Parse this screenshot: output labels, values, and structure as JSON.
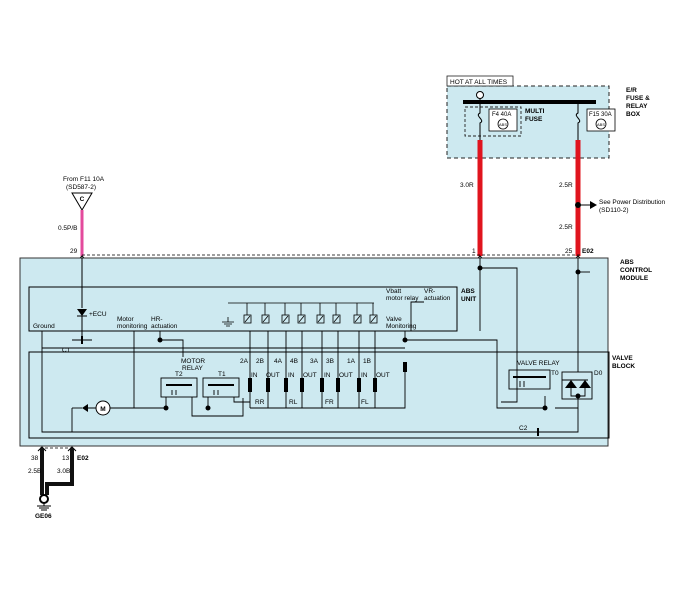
{
  "colors": {
    "module_fill": "#cde9f0",
    "wire_red": "#e0141e",
    "wire_pink": "#e34a9c",
    "wire_black": "#111111"
  },
  "fuse_box": {
    "hot_label": "HOT AT ALL TIMES",
    "title_line1": "E/R",
    "title_line2": "FUSE &",
    "title_line3": "RELAY",
    "title_line4": "BOX",
    "multi_line1": "MULTI",
    "multi_line2": "FUSE",
    "fuse_f4": "F4 40A",
    "fuse_f15": "F15 30A",
    "fuse_badge": "ABS"
  },
  "wires": {
    "left_color": "3.0R",
    "right_color_top": "2.5R",
    "right_color_bottom": "2.5R",
    "see_power": "See Power Distribution",
    "see_power_ref": "(SD110-2)",
    "from_f11": "From F11 10A",
    "from_f11_ref": "(SD587-2)",
    "conn_c": "C",
    "pink_color": "0.5P/B",
    "pin_29": "29",
    "pin_1": "1",
    "pin_25": "25",
    "conn_e02_top": "E02",
    "pin_38": "38",
    "pin_13": "13",
    "conn_e02_bottom": "E02",
    "ground_wire_1": "2.5B",
    "ground_wire_2": "3.0B",
    "ground_label": "GE06"
  },
  "module": {
    "title_line1": "ABS",
    "title_line2": "CONTROL",
    "title_line3": "MODULE",
    "abs_unit_line1": "ABS",
    "abs_unit_line2": "UNIT",
    "ecu_label": "+ECU",
    "ground_label": "Ground",
    "c1": "C1",
    "c2": "C2",
    "motor_monitoring_1": "Motor",
    "motor_monitoring_2": "monitoring",
    "hr_actuation_1": "HR-",
    "hr_actuation_2": "actuation",
    "vbatt_1": "Vbatt",
    "vbatt_2": "motor relay",
    "vr_actuation_1": "VR-",
    "vr_actuation_2": "actuation",
    "valve_monitoring_1": "Valve",
    "valve_monitoring_2": "Monitoring"
  },
  "valve_block": {
    "title_line1": "VALVE",
    "title_line2": "BLOCK",
    "motor_relay_1": "MOTOR",
    "motor_relay_2": "RELAY",
    "t2": "T2",
    "t1": "T1",
    "motor": "M",
    "valve_relay": "VALVE RELAY",
    "t0": "T0",
    "d0": "D0",
    "ports": [
      "2A",
      "2B",
      "4A",
      "4B",
      "3A",
      "3B",
      "1A",
      "1B"
    ],
    "valve_io": [
      "IN",
      "OUT",
      "IN",
      "OUT",
      "IN",
      "OUT",
      "IN",
      "OUT"
    ],
    "wheels": [
      "RR",
      "RL",
      "FR",
      "FL"
    ]
  }
}
